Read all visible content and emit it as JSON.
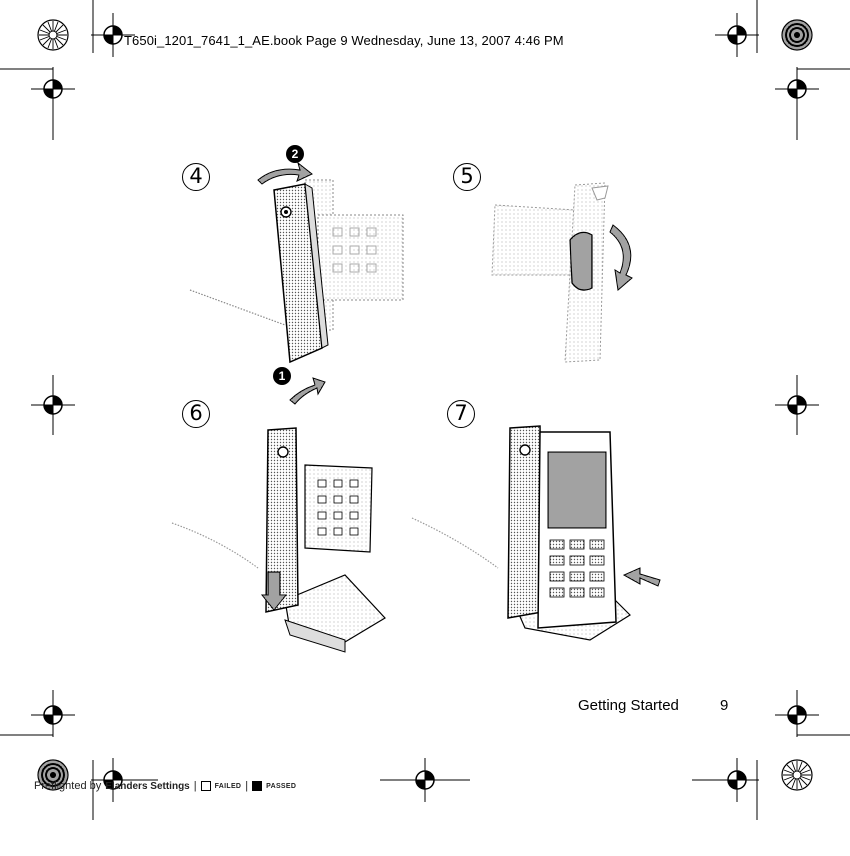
{
  "header": {
    "book_info": "T650i_1201_7641_1_AE.book  Page 9  Wednesday, June 13, 2007  4:46 PM"
  },
  "steps": {
    "step4": "4",
    "step5": "5",
    "step6": "6",
    "step7": "7"
  },
  "callouts": {
    "one": "1",
    "two": "2"
  },
  "footer": {
    "section": "Getting Started",
    "page_number": "9"
  },
  "preflight": {
    "prefix": "Preflighted by",
    "brand": "Elanders Settings",
    "failed": "FAILED",
    "passed": "PASSED"
  },
  "colors": {
    "ink": "#000000",
    "screen_gray": "#b8b8b8",
    "light_gray": "#d0d0d0"
  }
}
